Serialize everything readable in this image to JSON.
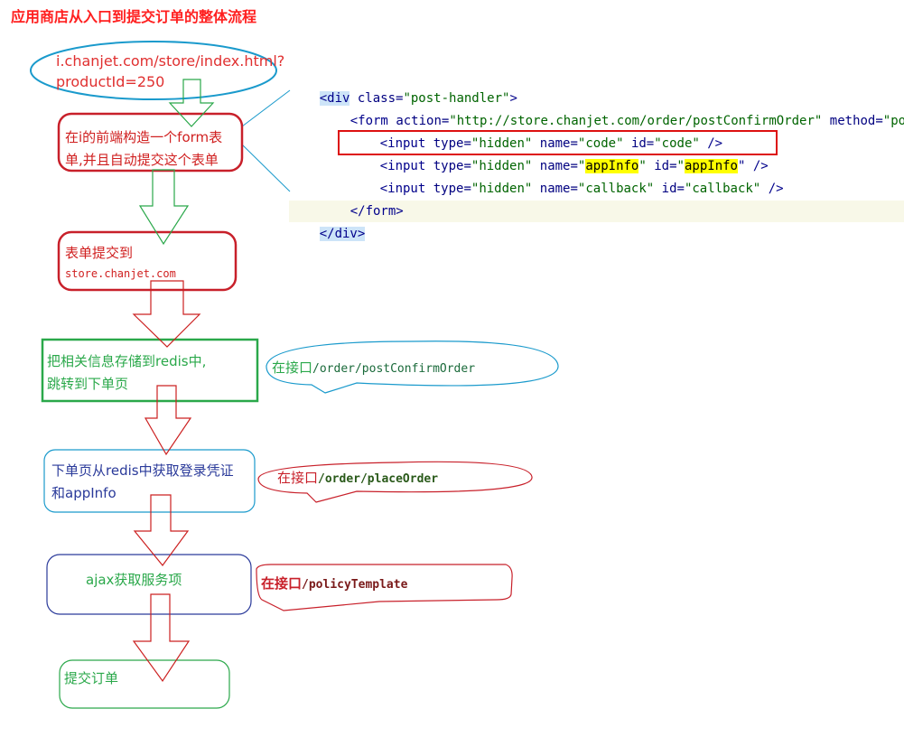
{
  "title": "应用商店从入口到提交订单的整体流程",
  "colors": {
    "red": "#c8202a",
    "green": "#2aa84a",
    "teal": "#1a9acc",
    "blue": "#2a3a9a",
    "arrow": "#cc2020",
    "arrow_green": "#20a040"
  },
  "entry": {
    "line1": "i.chanjet.com/store/index.html?",
    "line2": "productId=250"
  },
  "steps": [
    {
      "line1": "在i的前端构造一个form表",
      "line2": "单,并且自动提交这个表单"
    },
    {
      "line1": "表单提交到",
      "line2": "store.chanjet.com"
    },
    {
      "line1": "把相关信息存储到redis中,",
      "line2": "跳转到下单页"
    },
    {
      "line1": "下单页从redis中获取登录凭证",
      "line2": "和appInfo"
    },
    {
      "line1": "ajax获取服务项"
    },
    {
      "line1": "提交订单"
    }
  ],
  "callouts": [
    {
      "prefix": "在接口",
      "path": "/order/postConfirmOrder"
    },
    {
      "prefix": "在接口",
      "path": "/order/placeOrder"
    },
    {
      "prefix": "在接口",
      "path": "/policyTemplate"
    }
  ],
  "code": {
    "l1": {
      "open": "<div",
      "attr": "class=",
      "val": "\"post-handler\"",
      "close": ">"
    },
    "l2": {
      "open": "<form",
      "a1": "action=",
      "v1": "\"http://store.chanjet.com/order/postConfirmOrder\"",
      "a2": "method=",
      "v2": "\"po"
    },
    "l3": {
      "open": "<input",
      "a1": "type=",
      "v1": "\"hidden\"",
      "a2": "name=",
      "v2": "\"code\"",
      "a3": "id=",
      "v3": "\"code\"",
      "close": "/>"
    },
    "l4": {
      "open": "<input",
      "a1": "type=",
      "v1": "\"hidden\"",
      "a2": "name=",
      "q": "\"",
      "h1": "appInfo",
      "q2": "\"",
      "a3": "id=",
      "h2": "appInfo",
      "close": "\" />"
    },
    "l5": {
      "open": "<input",
      "a1": "type=",
      "v1": "\"hidden\"",
      "a2": "name=",
      "v2": "\"callback\"",
      "a3": "id=",
      "v3": "\"callback\"",
      "close": "/>"
    },
    "l6": {
      "text": "</form>"
    },
    "l7": {
      "text": "</div>"
    }
  }
}
